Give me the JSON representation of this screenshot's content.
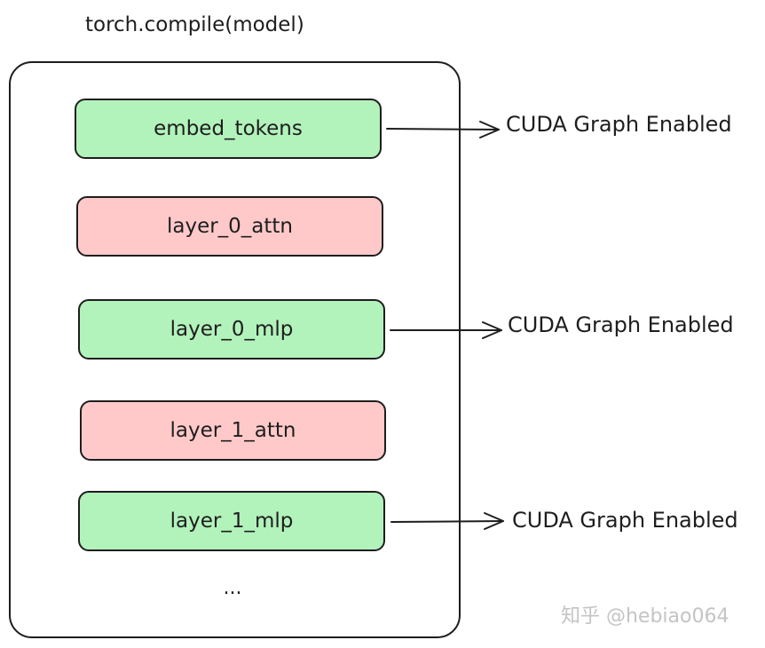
{
  "title": "torch.compile(model)",
  "blocks": [
    {
      "label": "embed_tokens",
      "status": "cuda_graph",
      "color": "#b2f2bb"
    },
    {
      "label": "layer_0_attn",
      "status": "no_cuda_graph",
      "color": "#ffc9c9"
    },
    {
      "label": "layer_0_mlp",
      "status": "cuda_graph",
      "color": "#b2f2bb"
    },
    {
      "label": "layer_1_attn",
      "status": "no_cuda_graph",
      "color": "#ffc9c9"
    },
    {
      "label": "layer_1_mlp",
      "status": "cuda_graph",
      "color": "#b2f2bb"
    }
  ],
  "ellipsis": "...",
  "cuda_labels": [
    "CUDA Graph Enabled",
    "CUDA Graph Enabled",
    "CUDA Graph Enabled"
  ],
  "watermark": "知乎 @hebiao064",
  "colors": {
    "enabled_block": "#b2f2bb",
    "disabled_block": "#ffc9c9",
    "stroke": "#1e1e1e",
    "watermark": "#c4c4c4"
  }
}
